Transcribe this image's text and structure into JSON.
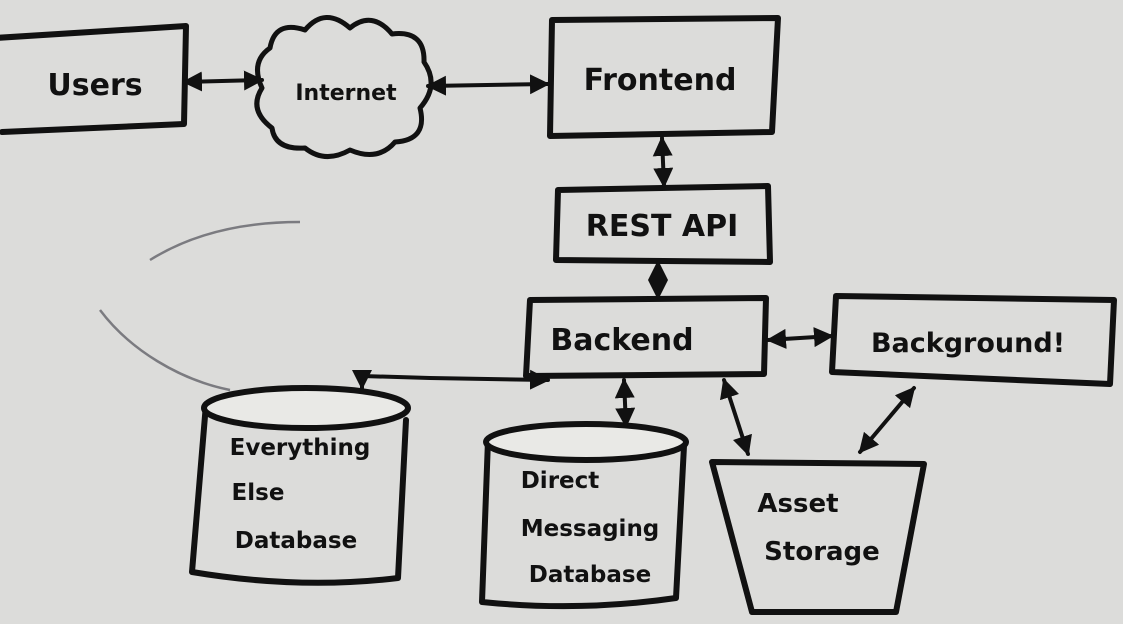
{
  "colors": {
    "paper": "#dcdcda",
    "ink": "#111111",
    "pencil": "#7b7b80"
  },
  "diagram": {
    "nodes": {
      "users": {
        "label": "Users",
        "shape": "box"
      },
      "internet": {
        "label": "Internet",
        "shape": "cloud"
      },
      "frontend": {
        "label": "Frontend",
        "shape": "box"
      },
      "rest_api": {
        "label": "REST API",
        "shape": "box"
      },
      "backend": {
        "label": "Backend",
        "shape": "box"
      },
      "background": {
        "label": "Background!",
        "shape": "box"
      },
      "everything_else_db": {
        "lines": [
          "Everything",
          "Else",
          "Database"
        ],
        "shape": "cylinder"
      },
      "dm_db": {
        "lines": [
          "Direct",
          "Messaging",
          "Database"
        ],
        "shape": "cylinder"
      },
      "asset_storage": {
        "lines": [
          "Asset",
          "Storage"
        ],
        "shape": "bucket"
      }
    },
    "edges": [
      {
        "from": "Users",
        "to": "Internet",
        "direction": "both"
      },
      {
        "from": "Internet",
        "to": "Frontend",
        "direction": "both"
      },
      {
        "from": "Frontend",
        "to": "REST API",
        "direction": "both"
      },
      {
        "from": "REST API",
        "to": "Backend",
        "direction": "both"
      },
      {
        "from": "Backend",
        "to": "Background!",
        "direction": "both"
      },
      {
        "from": "Backend",
        "to": "Everything Else Database",
        "direction": "both"
      },
      {
        "from": "Backend",
        "to": "Direct Messaging Database",
        "direction": "both"
      },
      {
        "from": "Backend",
        "to": "Asset Storage",
        "direction": "both"
      },
      {
        "from": "Background!",
        "to": "Asset Storage",
        "direction": "both"
      }
    ]
  }
}
